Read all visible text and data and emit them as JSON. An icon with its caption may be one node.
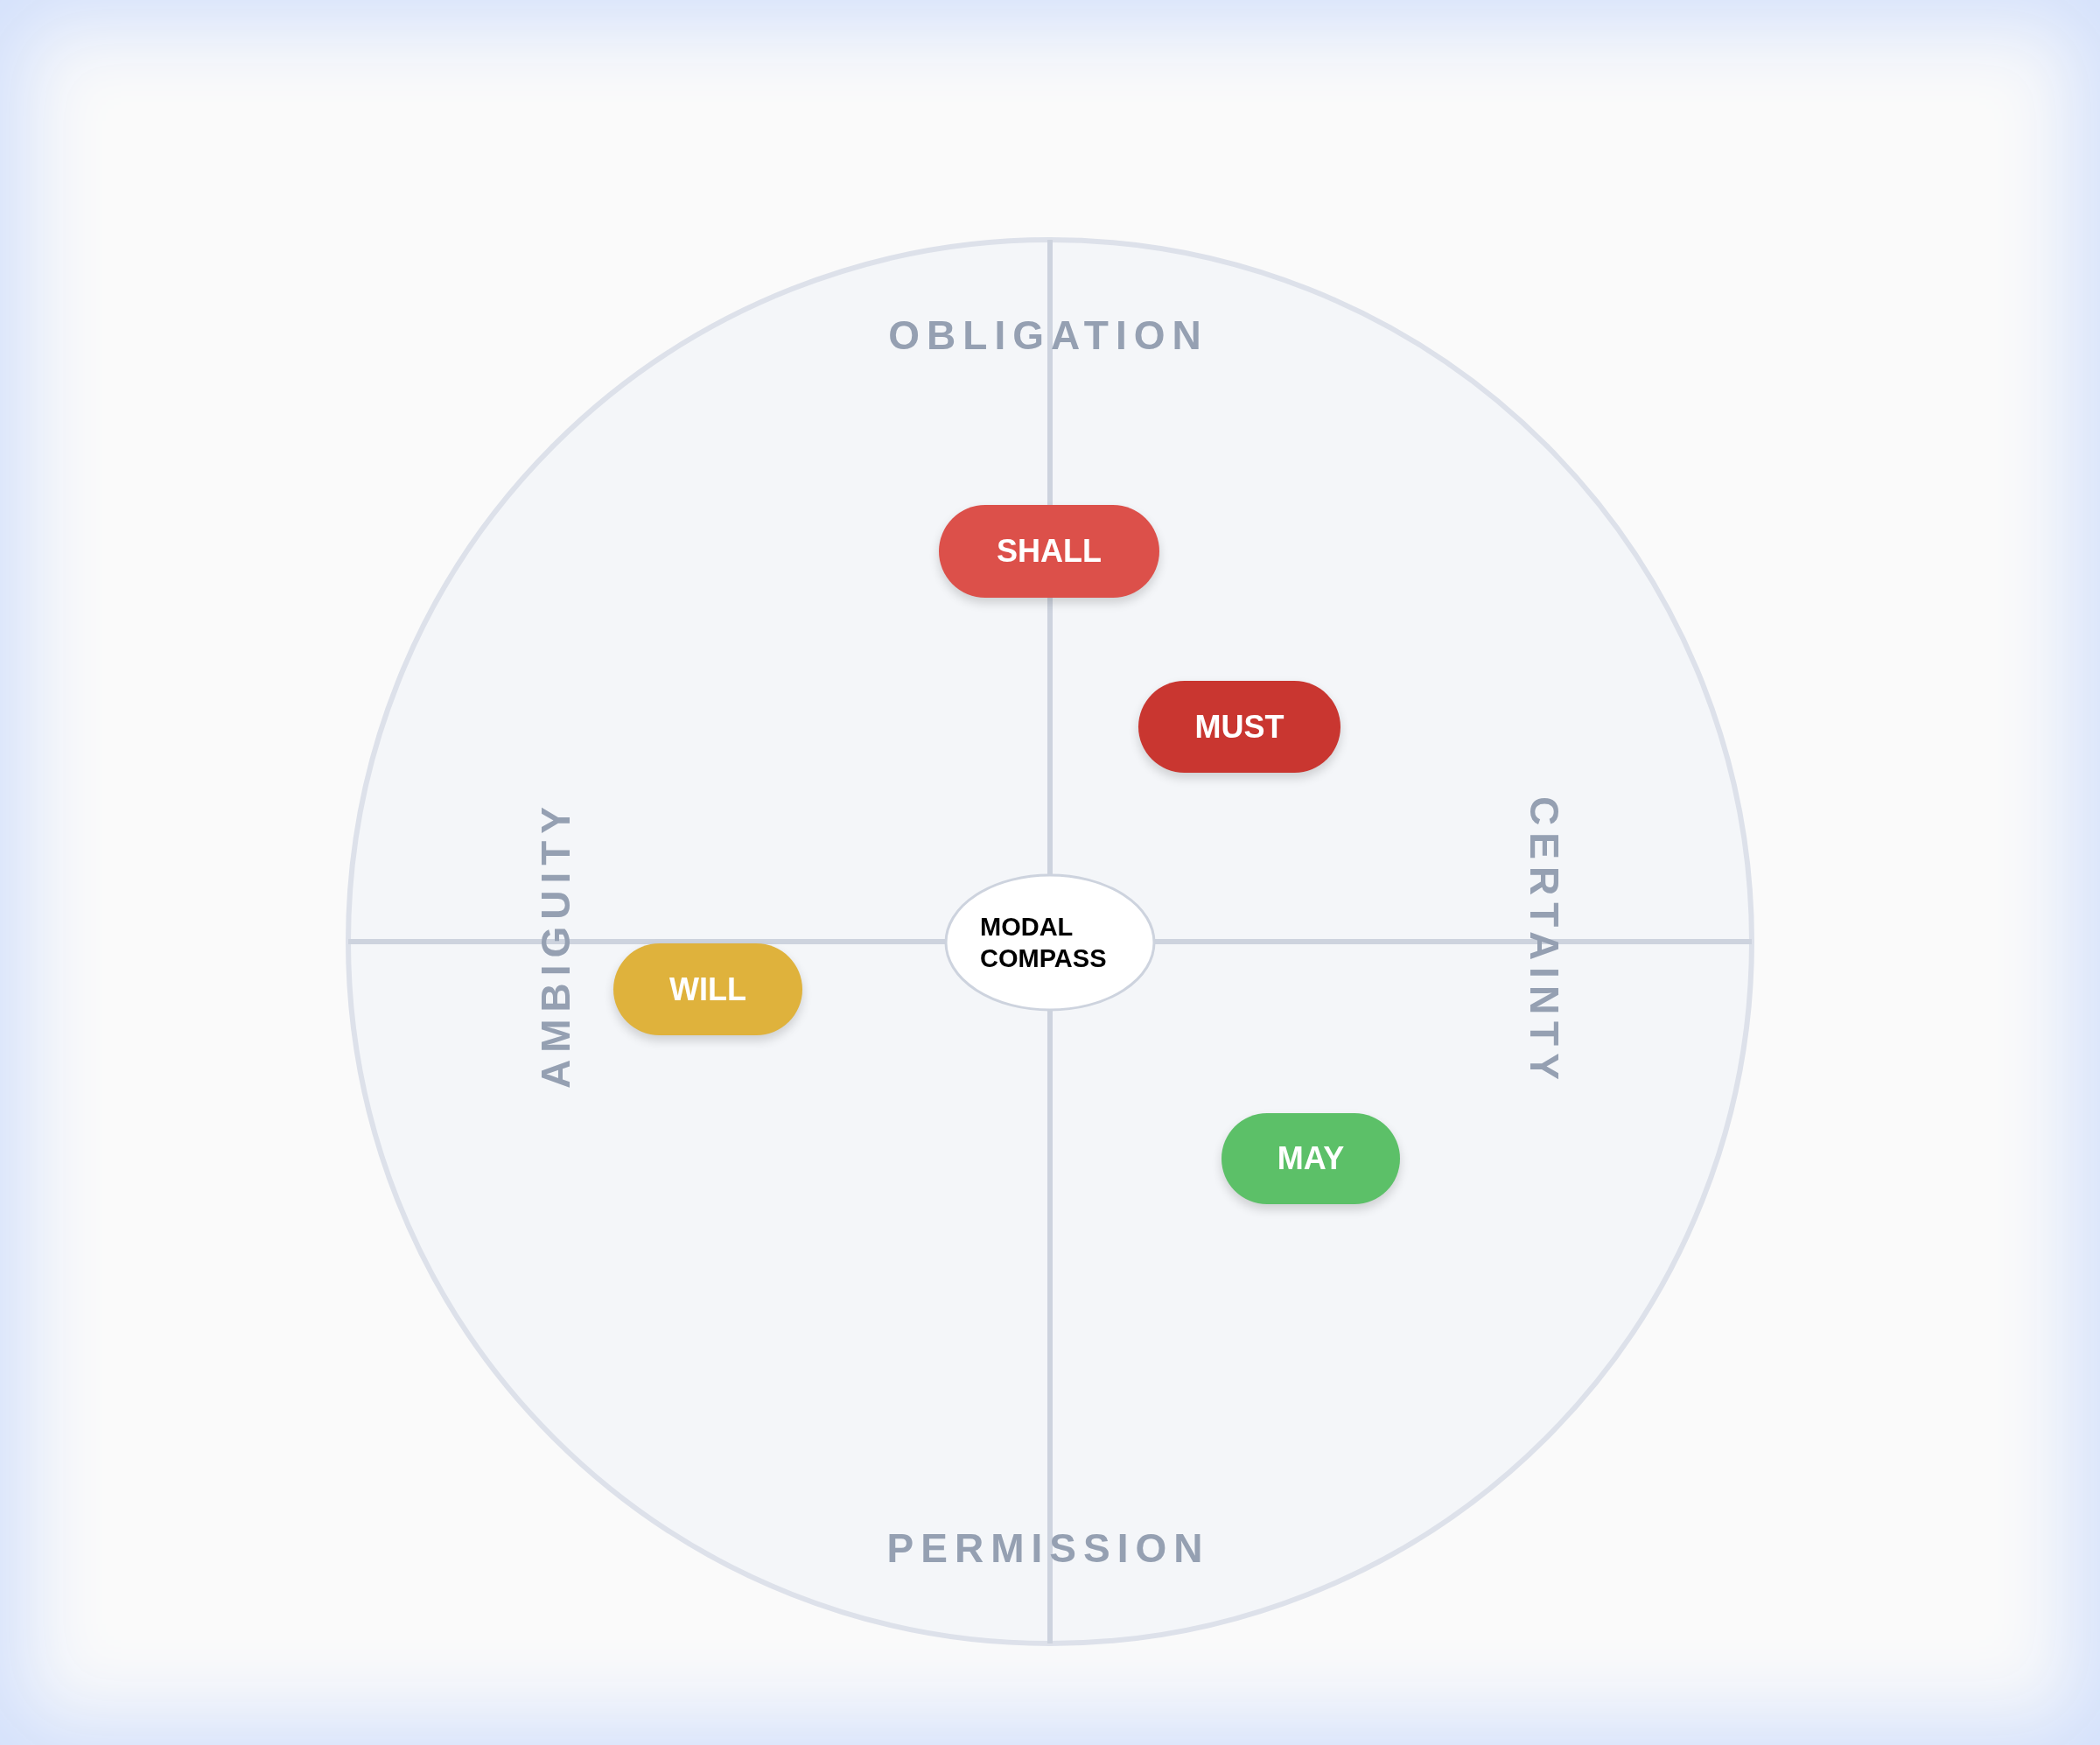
{
  "diagram": {
    "nodes": [
      {
        "text": [
          "SHALL"
        ]
      },
      {
        "text": [
          "MUST"
        ]
      },
      {
        "text": [
          "MODAL COMPASS"
        ]
      },
      {
        "text": [
          "WILL"
        ]
      },
      {
        "text": [
          "MAY"
        ]
      }
    ],
    "labels": [
      "OBLIGATION",
      "AMBIGUITY",
      "CERTAINTY",
      "PERMISSION"
    ]
  }
}
